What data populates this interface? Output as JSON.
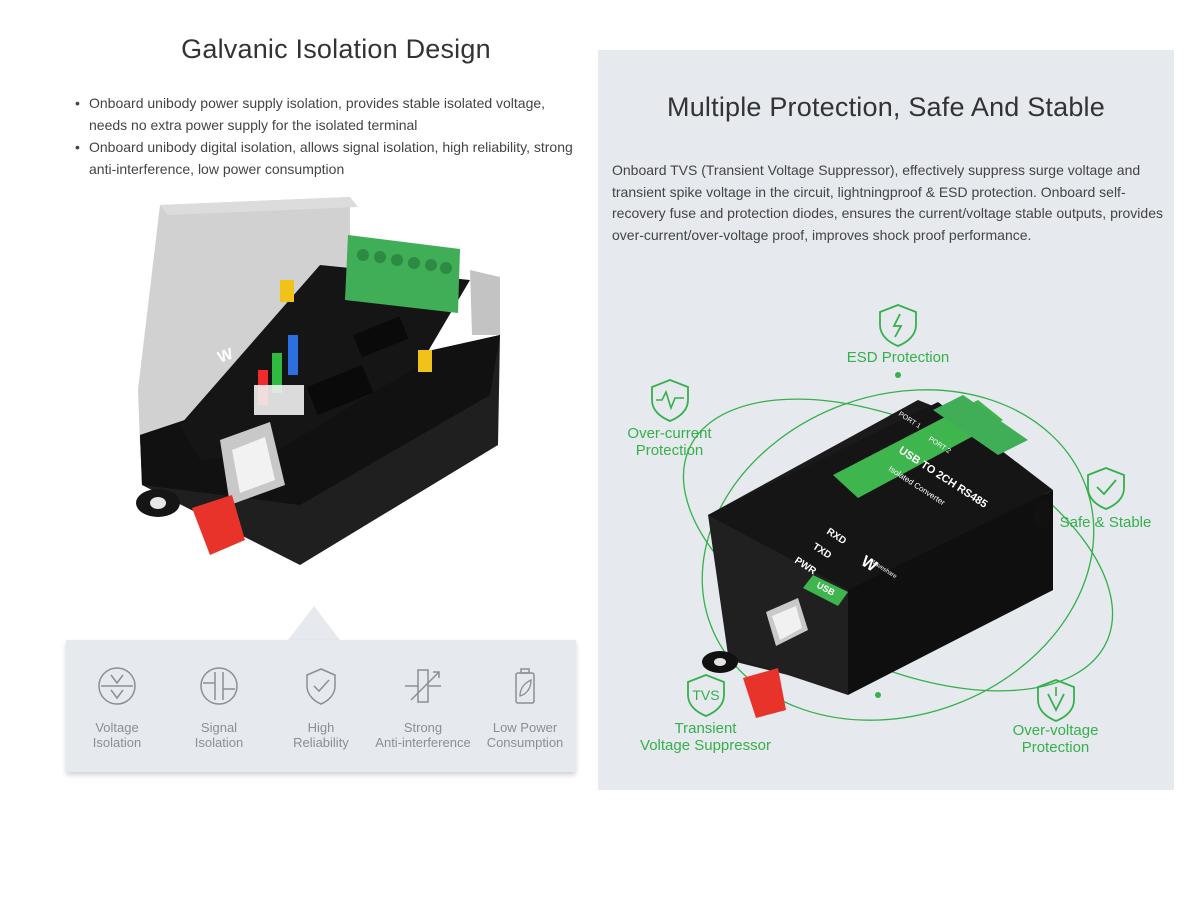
{
  "left": {
    "title": "Galvanic Isolation Design",
    "bullets": [
      "Onboard unibody power supply isolation, provides stable isolated voltage, needs no extra power supply for the isolated terminal",
      "Onboard unibody digital isolation, allows signal isolation, high reliability, strong anti-interference, low power consumption"
    ],
    "features": [
      {
        "icon": "voltage-isolation-icon",
        "label": "Voltage\nIsolation"
      },
      {
        "icon": "signal-isolation-icon",
        "label": "Signal\nIsolation"
      },
      {
        "icon": "shield-check-icon",
        "label": "High\nReliability"
      },
      {
        "icon": "anti-interference-icon",
        "label": "Strong\nAnti-interference"
      },
      {
        "icon": "low-power-battery-icon",
        "label": "Low Power\nConsumption"
      }
    ]
  },
  "right": {
    "title": "Multiple Protection, Safe And Stable",
    "description": "Onboard TVS (Transient Voltage Suppressor), effectively suppress surge voltage and transient spike voltage in the circuit, lightningproof & ESD protection. Onboard self-recovery fuse and protection diodes, ensures the current/voltage stable outputs, provides over-current/over-voltage proof, improves shock proof performance.",
    "labels": {
      "esd": "ESD Protection",
      "overcurrent": "Over-current\nProtection",
      "safe": "Safe & Stable",
      "tvs": "Transient\nVoltage Suppressor",
      "tvs_icon_text": "TVS",
      "overvoltage": "Over-voltage\nProtection"
    },
    "device_text": {
      "title": "USB TO 2CH RS485",
      "subtitle": "Isolated Converter",
      "port1": "PORT 1",
      "port2": "PORT 2",
      "rxd": "RXD",
      "txd": "TXD",
      "pwr": "PWR",
      "usb": "USB",
      "brand": "Waveshare"
    }
  },
  "colors": {
    "accent_green": "#35b04b",
    "panel_bg": "#e6e9ee",
    "terminal_green": "#3fae57",
    "clip_red": "#e8332a"
  }
}
